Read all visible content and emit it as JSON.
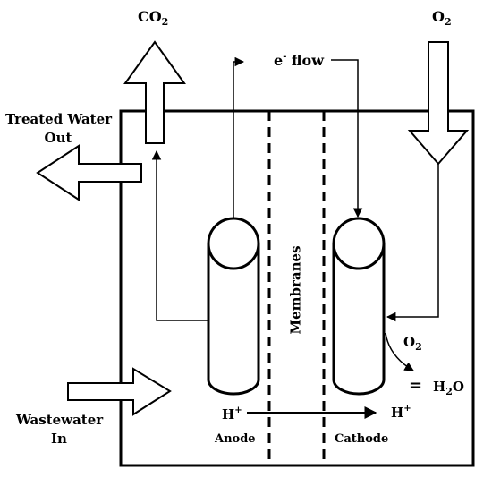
{
  "colors": {
    "stroke": "#000000",
    "background": "#ffffff"
  },
  "labels": {
    "co2": {
      "main": "CO",
      "sub": "2"
    },
    "o2_top": {
      "main": "O",
      "sub": "2"
    },
    "e_flow": {
      "pre": "e",
      "sup": "-",
      "post": " flow"
    },
    "treated_water_line1": "Treated Water",
    "treated_water_line2": "Out",
    "wastewater_line1": "Wastewater",
    "wastewater_line2": "In",
    "membranes": "Membranes",
    "o2_cathode": {
      "main": "O",
      "sub": "2"
    },
    "equals": "=",
    "h2o": {
      "pre": "H",
      "sub": "2",
      "post": "O"
    },
    "h_plus_left": {
      "main": "H",
      "sup": "+"
    },
    "h_plus_right": {
      "main": "H",
      "sup": "+"
    },
    "anode": "Anode",
    "cathode": "Cathode"
  }
}
